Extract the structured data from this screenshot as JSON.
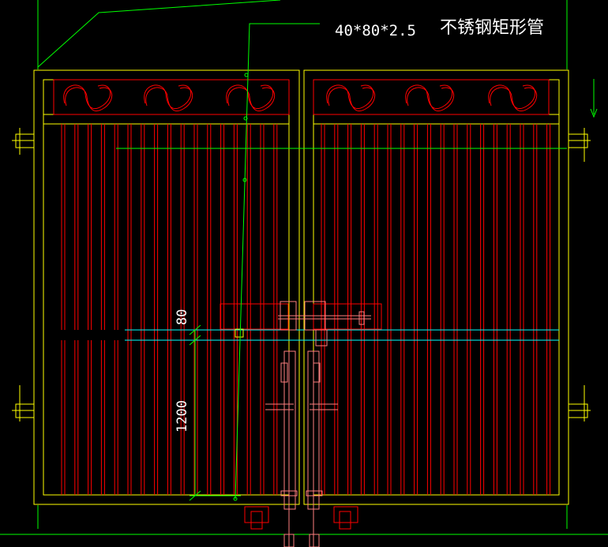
{
  "drawing": {
    "spec_label": "40*80*2.5",
    "material_label": "不锈钢矩形管",
    "dimensions": {
      "upper": "80",
      "lower": "1200"
    }
  },
  "colors": {
    "background": "#000000",
    "frame": "#ffff00",
    "bars": "#ff0000",
    "leader": "#00ff00",
    "rail": "#00ffff",
    "hardware": "#ff7f7f",
    "text": "#ffffff"
  }
}
